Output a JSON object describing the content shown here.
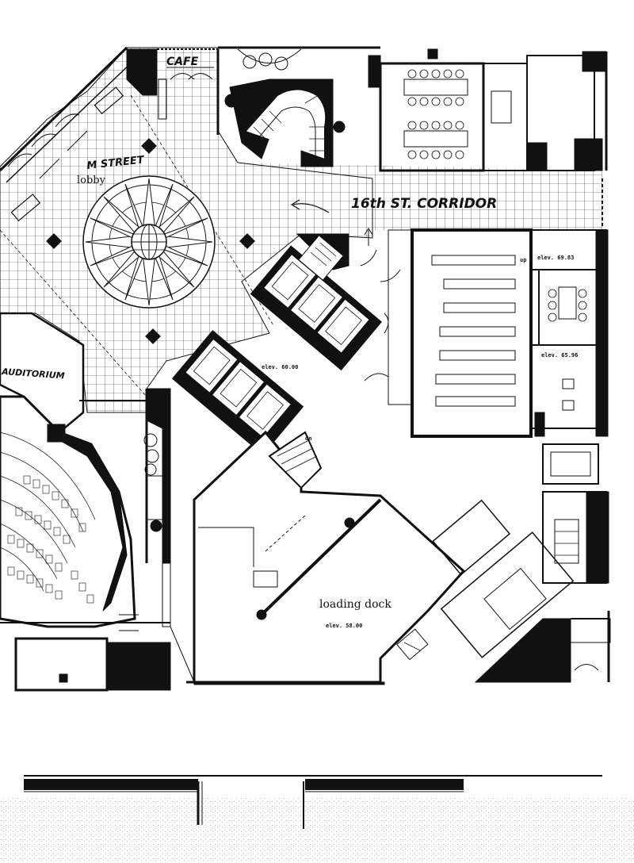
{
  "plan": {
    "labels": {
      "cafe": "CAFE",
      "m_street": "M STREET",
      "lobby": "lobby",
      "corridor": "16th ST. CORRIDOR",
      "auditorium": "AUDITORIUM",
      "loading_dock": "loading dock",
      "elev_lobby": "elev. 60.00",
      "elev_dock": "elev. 58.00",
      "elev_upper": "elev. 69.83",
      "elev_mid": "elev. 65.96",
      "up": "up",
      "dn": "dn"
    },
    "colors": {
      "ink": "#111111",
      "paper": "#ffffff",
      "fill": "#0d0d0d"
    }
  }
}
